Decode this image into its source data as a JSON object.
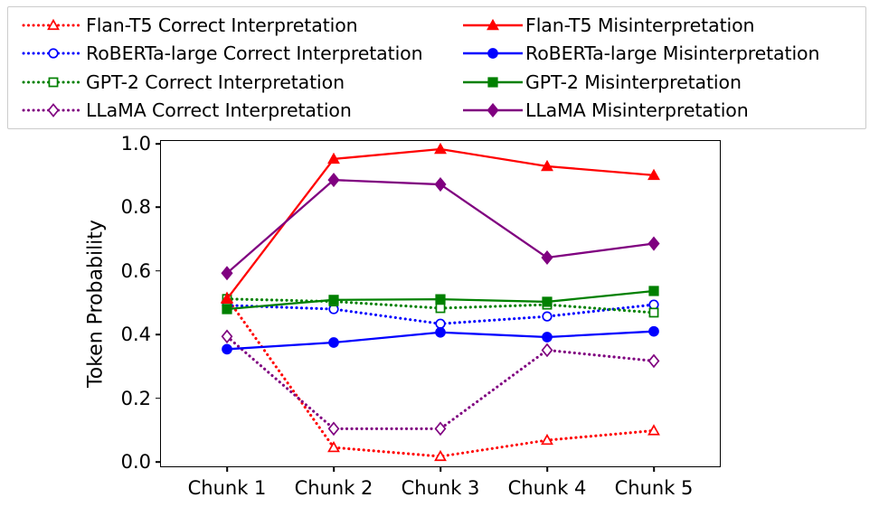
{
  "chart_data": {
    "type": "line",
    "title": "",
    "xlabel": "",
    "ylabel": "Token Probability",
    "categories": [
      "Chunk 1",
      "Chunk 2",
      "Chunk 3",
      "Chunk 4",
      "Chunk 5"
    ],
    "ylim": [
      0.0,
      1.0
    ],
    "yticks": [
      "0.0",
      "0.2",
      "0.4",
      "0.6",
      "0.8",
      "1.0"
    ],
    "ytick_values": [
      0.0,
      0.2,
      0.4,
      0.6,
      0.8,
      1.0
    ],
    "grid": false,
    "legend_position": "above-axes, two columns",
    "series": [
      {
        "name": "Flan-T5 Correct Interpretation",
        "values": [
          0.515,
          0.045,
          0.017,
          0.068,
          0.098
        ],
        "color": "#ff0000",
        "marker": "triangle-open",
        "linestyle": "dotted"
      },
      {
        "name": "RoBERTa-large Correct Interpretation",
        "values": [
          0.492,
          0.48,
          0.434,
          0.457,
          0.494
        ],
        "color": "#0000ff",
        "marker": "circle-open",
        "linestyle": "dotted"
      },
      {
        "name": "GPT-2 Correct Interpretation",
        "values": [
          0.512,
          0.504,
          0.483,
          0.494,
          0.469
        ],
        "color": "#008000",
        "marker": "square-open",
        "linestyle": "dotted"
      },
      {
        "name": "LLaMA Correct Interpretation",
        "values": [
          0.394,
          0.104,
          0.104,
          0.351,
          0.317
        ],
        "color": "#800080",
        "marker": "diamond-open",
        "linestyle": "dotted"
      },
      {
        "name": "Flan-T5 Misinterpretation",
        "values": [
          0.512,
          0.952,
          0.983,
          0.929,
          0.901
        ],
        "color": "#ff0000",
        "marker": "triangle-filled",
        "linestyle": "solid"
      },
      {
        "name": "RoBERTa-large Misinterpretation",
        "values": [
          0.354,
          0.375,
          0.407,
          0.392,
          0.41
        ],
        "color": "#0000ff",
        "marker": "circle-filled",
        "linestyle": "solid"
      },
      {
        "name": "GPT-2 Misinterpretation",
        "values": [
          0.48,
          0.509,
          0.511,
          0.503,
          0.537
        ],
        "color": "#008000",
        "marker": "square-filled",
        "linestyle": "solid"
      },
      {
        "name": "LLaMA Misinterpretation",
        "values": [
          0.593,
          0.886,
          0.872,
          0.642,
          0.686
        ],
        "color": "#800080",
        "marker": "diamond-filled",
        "linestyle": "solid"
      }
    ]
  },
  "legend": {
    "entries": [
      {
        "label": "Flan-T5 Correct Interpretation"
      },
      {
        "label": "Flan-T5 Misinterpretation"
      },
      {
        "label": "RoBERTa-large Correct Interpretation"
      },
      {
        "label": "RoBERTa-large Misinterpretation"
      },
      {
        "label": "GPT-2 Correct Interpretation"
      },
      {
        "label": "GPT-2 Misinterpretation"
      },
      {
        "label": "LLaMA Correct Interpretation"
      },
      {
        "label": "LLaMA Misinterpretation"
      }
    ]
  },
  "colors": {
    "red": "#ff0000",
    "blue": "#0000ff",
    "green": "#008000",
    "purple": "#800080",
    "axis": "#000000",
    "legend_border": "#cccccc"
  }
}
